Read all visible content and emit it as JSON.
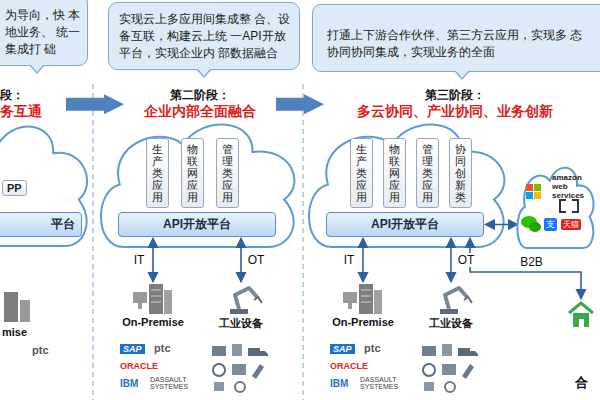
{
  "diagram": {
    "nodes": [
      {
        "text": [
          "为导向，快 本地业务、 统一集成打 础"
        ]
      },
      {
        "text": [
          "实现云上多应用间集成整 合、设备互联，构建云上统 一API开放平台，实现企业内 部数据融合"
        ]
      },
      {
        "text": [
          "打通上下游合作伙伴、第三方云应用，实现多 态协同协同集成，实现业务的全面"
        ]
      },
      {
        "text": [
          "段：",
          "务互通"
        ]
      },
      {
        "text": [
          "第二阶段：",
          "企业内部全面融合"
        ]
      },
      {
        "text": [
          "第三阶段：",
          "多云协同、产业协同、业务创新"
        ]
      },
      {
        "text": [
          "PP"
        ]
      },
      {
        "text": [
          "平台"
        ]
      },
      {
        "text": [
          "生产类应用"
        ]
      },
      {
        "text": [
          "物联网应用"
        ]
      },
      {
        "text": [
          "管理类应用"
        ]
      },
      {
        "text": [
          "API开放平台"
        ]
      },
      {
        "text": [
          "On-Premise"
        ]
      },
      {
        "text": [
          "工业设备"
        ]
      },
      {
        "text": [
          "生产类应用"
        ]
      },
      {
        "text": [
          "物联网应用"
        ]
      },
      {
        "text": [
          "管理类应用"
        ]
      },
      {
        "text": [
          "协同创新类"
        ]
      },
      {
        "text": [
          "API开放平台"
        ]
      },
      {
        "text": [
          "On-Premise"
        ]
      },
      {
        "text": [
          "工业设备"
        ]
      },
      {
        "text": [
          "amazon web services",
          "支",
          "天猫"
        ]
      },
      {
        "text": [
          "合"
        ]
      }
    ],
    "edges": [
      {
        "from": 3,
        "to": 4,
        "arrow": "to"
      },
      {
        "from": 4,
        "to": 5,
        "arrow": "to"
      },
      {
        "from": 12,
        "to": 11,
        "label": "IT",
        "arrow": "both"
      },
      {
        "from": 13,
        "to": 11,
        "label": "OT",
        "arrow": "both"
      },
      {
        "from": 19,
        "to": 18,
        "label": "IT",
        "arrow": "both"
      },
      {
        "from": 20,
        "to": 18,
        "label": "OT",
        "arrow": "both"
      },
      {
        "from": 18,
        "to": 21,
        "arrow": "both"
      },
      {
        "from": 18,
        "to": 22,
        "label": "B2B",
        "arrow": "both"
      }
    ],
    "labels": [
      "mise",
      "ptc",
      "SAP",
      "ptc",
      "ORACLE",
      "IBM",
      "DASSAULT SYSTEMES",
      "SAP",
      "ptc",
      "ORACLE",
      "IBM",
      "DASSAULT SYSTEMES"
    ]
  }
}
